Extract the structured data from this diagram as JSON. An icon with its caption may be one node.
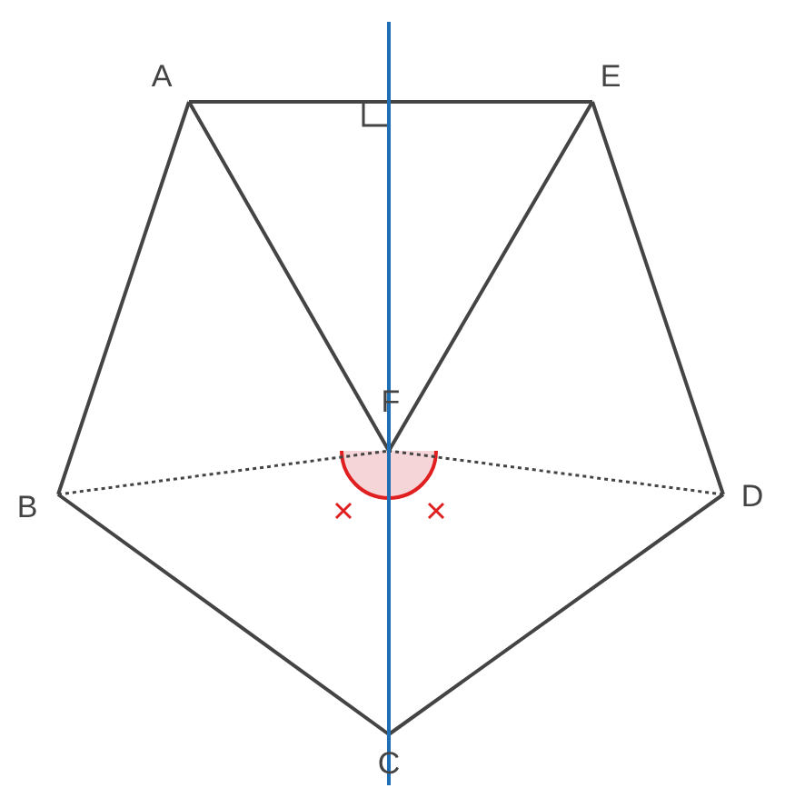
{
  "diagram": {
    "nodes": [
      {
        "text": [
          "A"
        ]
      },
      {
        "text": [
          "E"
        ]
      },
      {
        "text": [
          "F"
        ]
      },
      {
        "text": [
          "B"
        ]
      },
      {
        "text": [
          "D"
        ]
      },
      {
        "text": [
          "C"
        ]
      }
    ],
    "edges": [
      {
        "from": 0,
        "to": 1,
        "arrow": "none"
      },
      {
        "from": 0,
        "to": 3,
        "arrow": "none"
      },
      {
        "from": 0,
        "to": 2,
        "arrow": "none"
      },
      {
        "from": 1,
        "to": 2,
        "arrow": "none"
      },
      {
        "from": 1,
        "to": 4,
        "arrow": "none"
      },
      {
        "from": 3,
        "to": 2,
        "arrow": "none",
        "style": "dashed"
      },
      {
        "from": 4,
        "to": 2,
        "arrow": "none",
        "style": "dashed"
      },
      {
        "from": 3,
        "to": 5,
        "arrow": "none"
      },
      {
        "from": 4,
        "to": 5,
        "arrow": "none"
      }
    ]
  }
}
